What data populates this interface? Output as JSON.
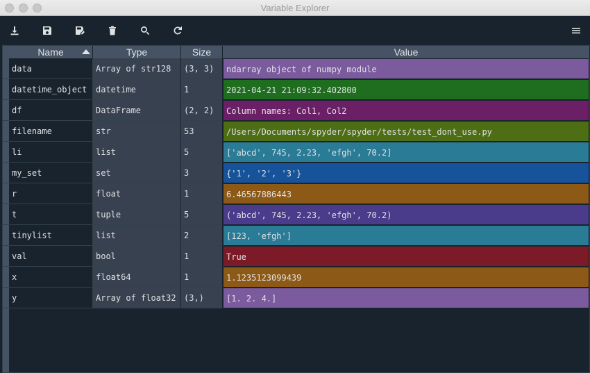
{
  "window": {
    "title": "Variable Explorer"
  },
  "toolbar": {
    "buttons": [
      {
        "name": "import-data-button",
        "icon": "download-icon"
      },
      {
        "name": "save-data-button",
        "icon": "save-icon"
      },
      {
        "name": "save-data-as-button",
        "icon": "save-as-icon"
      },
      {
        "name": "remove-all-button",
        "icon": "trash-icon"
      },
      {
        "name": "search-button",
        "icon": "search-icon"
      },
      {
        "name": "refresh-button",
        "icon": "refresh-icon"
      }
    ],
    "menu": {
      "name": "options-menu-button",
      "icon": "hamburger-menu-icon"
    }
  },
  "table": {
    "headers": {
      "name": "Name",
      "type": "Type",
      "size": "Size",
      "value": "Value"
    },
    "rows": [
      {
        "name": "data",
        "type": "Array of str128",
        "size": "(3, 3)",
        "value": "ndarray object of numpy module",
        "color": "#7b5b9e"
      },
      {
        "name": "datetime_object",
        "type": "datetime",
        "size": "1",
        "value": "2021-04-21 21:09:32.402800",
        "color": "#1f6e1f"
      },
      {
        "name": "df",
        "type": "DataFrame",
        "size": "(2, 2)",
        "value": "Column names: Col1, Col2",
        "color": "#6b1f66"
      },
      {
        "name": "filename",
        "type": "str",
        "size": "53",
        "value": "/Users/Documents/spyder/spyder/tests/test_dont_use.py",
        "color": "#4d6e15"
      },
      {
        "name": "li",
        "type": "list",
        "size": "5",
        "value": "['abcd', 745, 2.23, 'efgh', 70.2]",
        "color": "#2a7b96"
      },
      {
        "name": "my_set",
        "type": "set",
        "size": "3",
        "value": "{'1', '2', '3'}",
        "color": "#16539b"
      },
      {
        "name": "r",
        "type": "float",
        "size": "1",
        "value": "6.46567886443",
        "color": "#8c5a16"
      },
      {
        "name": "t",
        "type": "tuple",
        "size": "5",
        "value": "('abcd', 745, 2.23, 'efgh', 70.2)",
        "color": "#4a3b8b"
      },
      {
        "name": "tinylist",
        "type": "list",
        "size": "2",
        "value": "[123, 'efgh']",
        "color": "#2a7b96"
      },
      {
        "name": "val",
        "type": "bool",
        "size": "1",
        "value": "True",
        "color": "#7c1b27"
      },
      {
        "name": "x",
        "type": "float64",
        "size": "1",
        "value": "1.1235123099439",
        "color": "#8c5a16"
      },
      {
        "name": "y",
        "type": "Array of float32",
        "size": "(3,)",
        "value": "[1. 2. 4.]",
        "color": "#7b5b9e"
      }
    ]
  }
}
